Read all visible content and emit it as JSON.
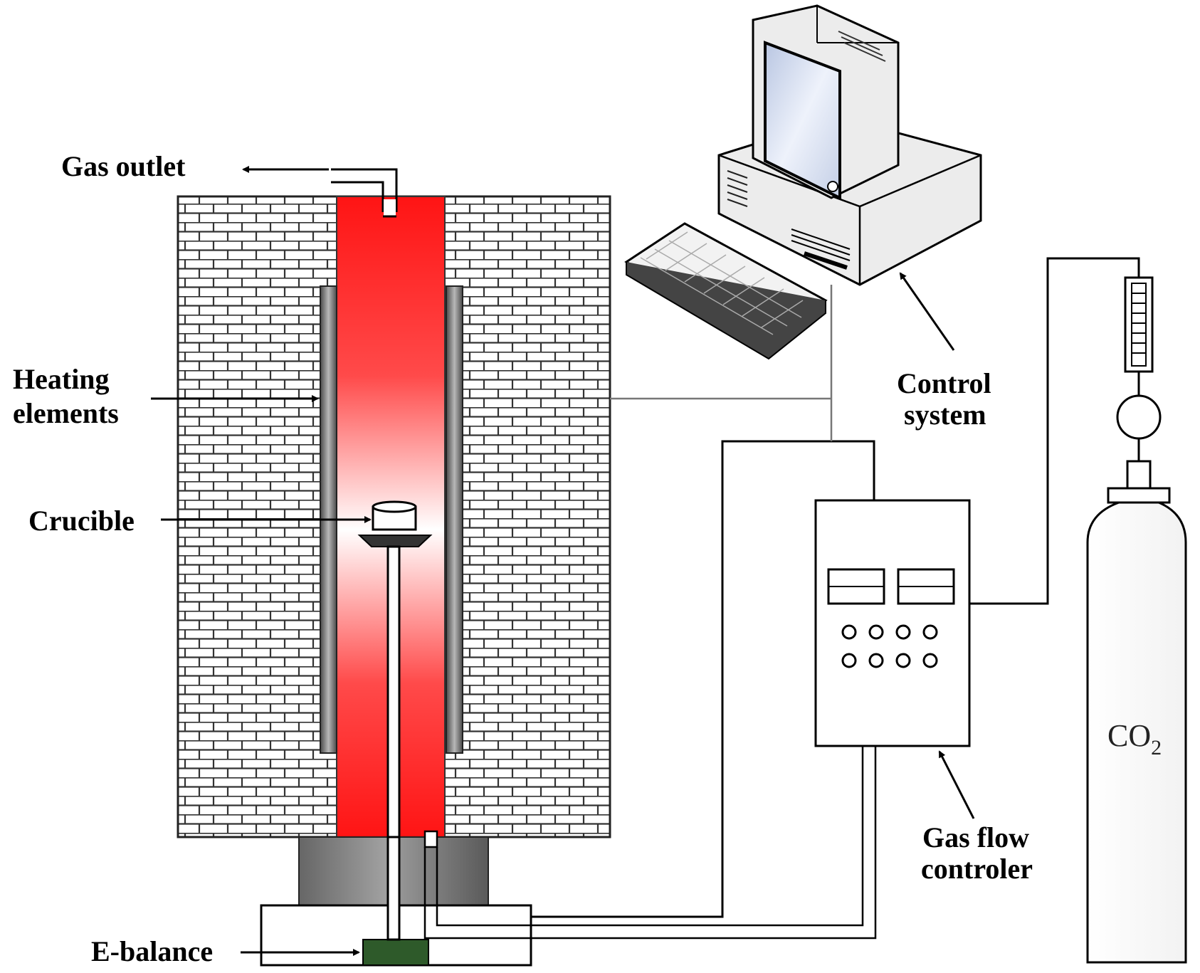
{
  "labels": {
    "gas_outlet": "Gas outlet",
    "heating_line1": "Heating",
    "heating_line2": "elements",
    "crucible": "Crucible",
    "e_balance": "E-balance",
    "control_line1": "Control",
    "control_line2": "system",
    "gasflow_line1": "Gas flow",
    "gasflow_line2": "controler",
    "co2_main": "CO",
    "co2_sub": "2"
  },
  "colors": {
    "tube_red": "#ff1414",
    "tube_center": "#ffffff",
    "brick_mortar": "#ffffff",
    "brick_line": "#333333",
    "heating_element": "#7a7a7a",
    "support_gray": "#808080",
    "balance_green": "#2e5a2a",
    "computer_shell": "#ececec",
    "screen": "#cfd9ee"
  }
}
